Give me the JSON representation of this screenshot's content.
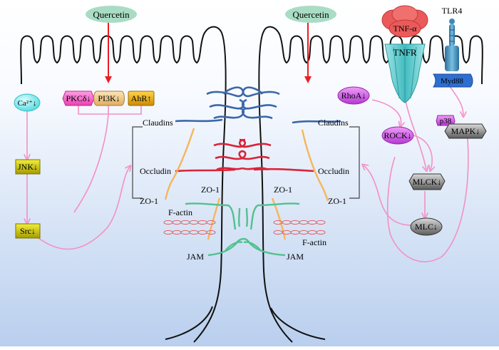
{
  "labels": {
    "quercetin_left": "Quercetin",
    "quercetin_right": "Quercetin",
    "tnf_alpha": "TNF-α",
    "tnfr": "TNFR",
    "tlr4": "TLR4",
    "myd88": "Myd88",
    "ca": "Ca²⁺↓",
    "pkc": "PKCδ↓",
    "pi3k": "PI3K↓",
    "ahr": "AhR↑",
    "jnk": "JNK↓",
    "src": "Src↓",
    "rhoa": "RhoA↓",
    "rock": "ROCK↓",
    "mlck": "MLCK↓",
    "mlc": "MLC↓",
    "p38": "p38",
    "mapk": "MAPK↓",
    "claudins_left": "Claudins",
    "claudins_right": "Claudins",
    "occludin_left": "Occludin",
    "occludin_right": "Occludin",
    "zo1_left_outer": "ZO-1",
    "zo1_left_inner": "ZO-1",
    "zo1_right_inner": "ZO-1",
    "zo1_right_outer": "ZO-1",
    "factin_left": "F-actin",
    "factin_right": "F-actin",
    "jam_left": "JAM",
    "jam_right": "JAM"
  },
  "colors": {
    "background_top": "#ffffff",
    "background_bottom": "#b9cfee",
    "quercetin_fill": "#a9dcc4",
    "arrow_red": "#ee1c24",
    "pathway_pink": "#f48fc5",
    "claudin_blue": "#3b67a8",
    "occludin_red": "#d9243a",
    "zo1_orange": "#f6b55a",
    "jam_green": "#52c18f",
    "factin_red": "#e06060",
    "tnf_red": "#ea5a5a",
    "tnfr_teal": "#4fc1c3",
    "tlr4_blue": "#3c8bbd",
    "myd88_blue": "#2d6fd1",
    "yellow_box": "#c8c000",
    "purple_box": "#d05ee6",
    "grey_box": "#777777",
    "ca_cyan": "#7ee7ea"
  }
}
